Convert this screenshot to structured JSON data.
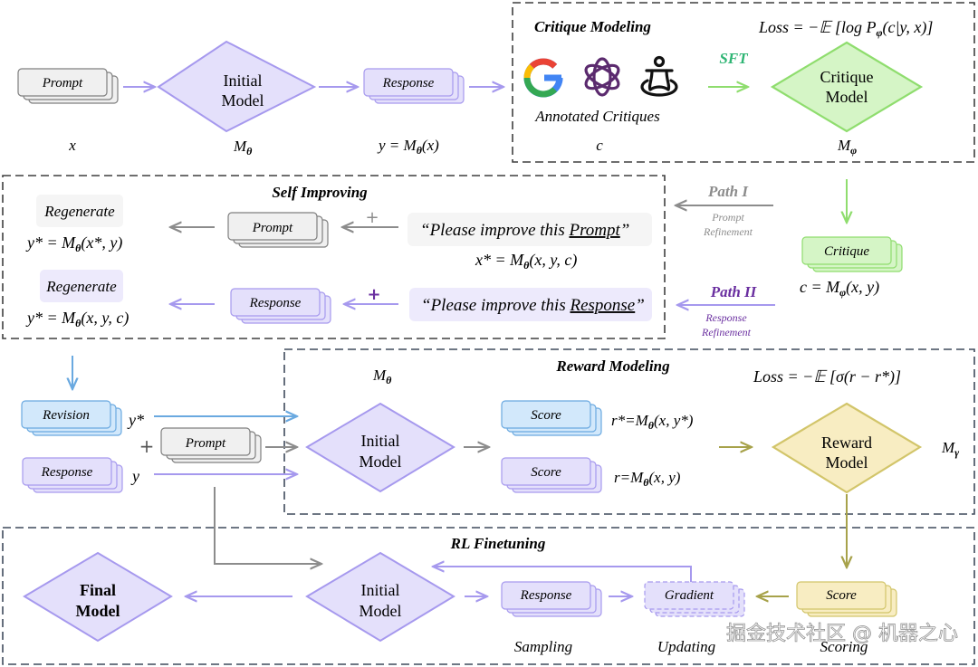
{
  "colors": {
    "purple_fill": "#e4e0fb",
    "purple_stroke": "#a699ee",
    "gray_fill": "#f0f0f0",
    "gray_stroke": "#7f7f7f",
    "green_fill": "#d5f5c6",
    "green_stroke": "#8fdd6e",
    "blue_fill": "#d2e8fb",
    "blue_stroke": "#6aa9e0",
    "yellow_fill": "#f8edc2",
    "yellow_stroke": "#d2c56a",
    "olive_arrow": "#a7a24a",
    "sft_green": "#2fb574",
    "path2_purple": "#6a2fa0",
    "path_gray": "#8c8c8c",
    "box_dash": "#3f4a5c"
  },
  "top_row": {
    "prompt_card": "Prompt",
    "prompt_var": "x",
    "initial_model": [
      "Initial",
      "Model"
    ],
    "initial_model_var": "M",
    "initial_model_sub": "θ",
    "response_card": "Response",
    "response_eq": "y = M",
    "response_eq_sub": "θ",
    "response_eq_tail": "(x)"
  },
  "critique_modeling": {
    "title": "Critique Modeling",
    "loss": "Loss = −𝔼 [log P",
    "loss_sub": "φ",
    "loss_tail": "(c|y, x)]",
    "icons": [
      "google-icon",
      "openai-icon",
      "human-annotator-icon"
    ],
    "annotated_label": "Annotated Critiques",
    "c_var": "c",
    "sft_label": "SFT",
    "critique_model": [
      "Critique",
      "Model"
    ],
    "critique_model_var": "M",
    "critique_model_sub": "φ"
  },
  "self_improving": {
    "title": "Self Improving",
    "regenerate_1": "Regenerate",
    "eq_1": "y* = M",
    "eq_1_sub": "θ",
    "eq_1_tail": "(x*, y)",
    "prompt_card": "Prompt",
    "plus_1": "+",
    "instruction_1_pre": "“Please improve this ",
    "instruction_1_u": "Prompt",
    "instruction_1_post": "”",
    "x_star_eq": "x* = M",
    "x_star_sub": "θ",
    "x_star_tail": "(x, y, c)",
    "regenerate_2": "Regenerate",
    "eq_2": "y* = M",
    "eq_2_sub": "θ",
    "eq_2_tail": "(x, y, c)",
    "response_card": "Response",
    "plus_2": "+",
    "instruction_2_pre": "“Please improve this ",
    "instruction_2_u": "Response",
    "instruction_2_post": "”"
  },
  "paths": {
    "path1_title": "Path I",
    "path1_sub": [
      "Prompt",
      "Refinement"
    ],
    "path2_title": "Path II",
    "path2_sub": [
      "Response",
      "Refinement"
    ],
    "critique_card": "Critique",
    "critique_eq": "c =  M",
    "critique_eq_sub": "φ",
    "critique_eq_tail": "(x, y)"
  },
  "reward_modeling": {
    "title": "Reward Modeling",
    "m_theta": "M",
    "m_theta_sub": "θ",
    "loss": "Loss = −𝔼 [σ(r − r*)]",
    "revision_card": "Revision",
    "revision_var": "y*",
    "plus": "+",
    "prompt_card": "Prompt",
    "response_card": "Response",
    "response_var": "y",
    "initial_model": [
      "Initial",
      "Model"
    ],
    "score_1": "Score",
    "score_1_eq": "r*=M",
    "score_1_sub": "θ",
    "score_1_tail": "(x, y*)",
    "score_2": "Score",
    "score_2_eq": "r=M",
    "score_2_sub": "θ",
    "score_2_tail": "(x, y)",
    "reward_model": [
      "Reward",
      "Model"
    ],
    "reward_model_var": "M",
    "reward_model_sub": "γ"
  },
  "rl_finetuning": {
    "title": "RL Finetuning",
    "final_model": [
      "Final",
      "Model"
    ],
    "initial_model": [
      "Initial",
      "Model"
    ],
    "response_card": "Response",
    "gradient_card": "Gradient",
    "score_card": "Score",
    "sampling": "Sampling",
    "updating": "Updating",
    "scoring": "Scoring"
  },
  "watermark": "掘金技术社区 @ 机器之心"
}
